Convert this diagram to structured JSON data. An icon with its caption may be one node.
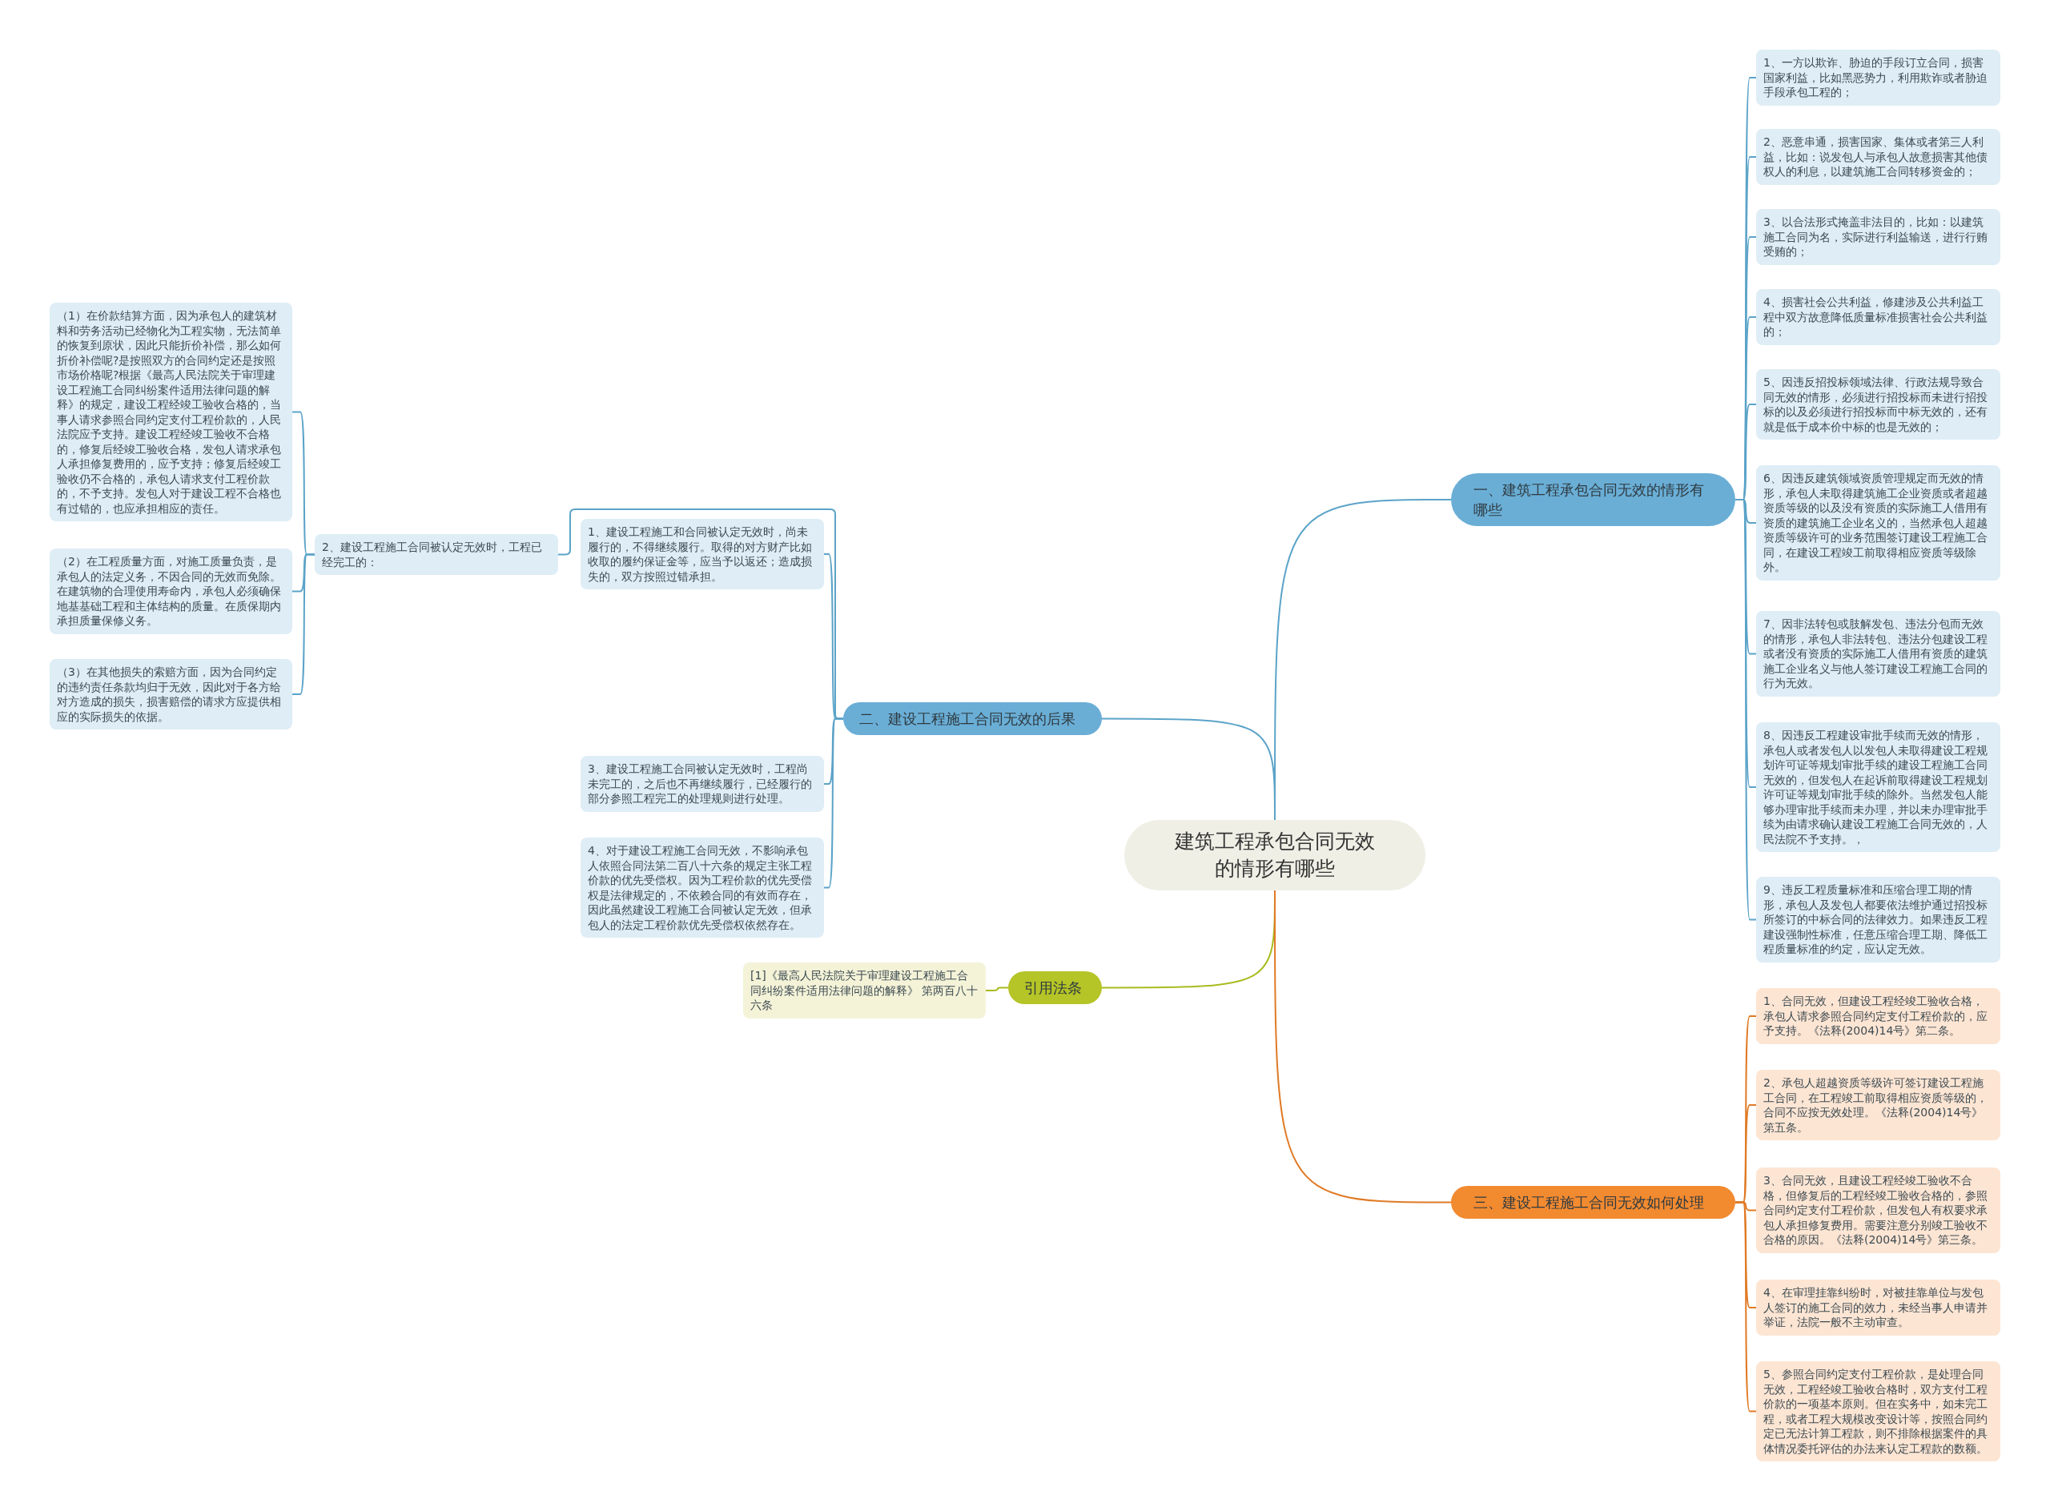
{
  "diagram": {
    "nodes": [
      {
        "text": [
          "建筑工程承包合同无效的情形有哪些"
        ]
      },
      {
        "text": [
          "一、建筑工程承包合同无效的情形有哪些"
        ]
      },
      {
        "text": [
          "1、一方以欺诈、胁迫的手段订立合同，损害国家利益，比如黑恶势力，利用欺诈或者胁迫手段承包工程的；"
        ]
      },
      {
        "text": [
          "2、恶意串通，损害国家、集体或者第三人利益，比如：说发包人与承包人故意损害其他债权人的利息，以建筑施工合同转移资金的；"
        ]
      },
      {
        "text": [
          "3、以合法形式掩盖非法目的，比如：以建筑施工合同为名，实际进行利益输送，进行行贿受贿的；"
        ]
      },
      {
        "text": [
          "4、损害社会公共利益，修建涉及公共利益工程中双方故意降低质量标准损害社会公共利益的；"
        ]
      },
      {
        "text": [
          "5、因违反招投标领域法律、行政法规导致合同无效的情形，必须进行招投标而未进行招投标的以及必须进行招投标而中标无效的，还有就是低于成本价中标的也是无效的；"
        ]
      },
      {
        "text": [
          "6、因违反建筑领域资质管理规定而无效的情形，承包人未取得建筑施工企业资质或者超越资质等级的以及没有资质的实际施工人借用有资质的建筑施工企业名义的，当然承包人超越资质等级许可的业务范围签订建设工程施工合同，在建设工程竣工前取得相应资质等级除外。"
        ]
      },
      {
        "text": [
          "7、因非法转包或肢解发包、违法分包而无效的情形，承包人非法转包、违法分包建设工程或者没有资质的实际施工人借用有资质的建筑施工企业名义与他人签订建设工程施工合同的行为无效。"
        ]
      },
      {
        "text": [
          "8、因违反工程建设审批手续而无效的情形，承包人或者发包人以发包人未取得建设工程规划许可证等规划审批手续的建设工程施工合同无效的，但发包人在起诉前取得建设工程规划许可证等规划审批手续的除外。当然发包人能够办理审批手续而未办理，并以未办理审批手续为由请求确认建设工程施工合同无效的，人民法院不予支持。，"
        ]
      },
      {
        "text": [
          "9、违反工程质量标准和压缩合理工期的情形，承包人及发包人都要依法维护通过招投标所签订的中标合同的法律效力。如果违反工程建设强制性标准，任意压缩合理工期、降低工程质量标准的约定，应认定无效。"
        ]
      },
      {
        "text": [
          "二、建设工程施工合同无效的后果"
        ]
      },
      {
        "text": [
          "1、建设工程施工和合同被认定无效时，尚未履行的，不得继续履行。取得的对方财产比如收取的履约保证金等，应当予以返还；造成损失的，双方按照过错承担。"
        ]
      },
      {
        "text": [
          "2、建设工程施工合同被认定无效时，工程已经完工的："
        ]
      },
      {
        "text": [
          "（1）在价款结算方面，因为承包人的建筑材料和劳务活动已经物化为工程实物，无法简单的恢复到原状，因此只能折价补偿，那么如何折价补偿呢?是按照双方的合同约定还是按照市场价格呢?根据《最高人民法院关于审理建设工程施工合同纠纷案件适用法律问题的解释》的规定，建设工程经竣工验收合格的，当事人请求参照合同约定支付工程价款的，人民法院应予支持。建设工程经竣工验收不合格的，修复后经竣工验收合格，发包人请求承包人承担修复费用的，应予支持；修复后经竣工验收仍不合格的，承包人请求支付工程价款的，不予支持。发包人对于建设工程不合格也有过错的，也应承担相应的责任。"
        ]
      },
      {
        "text": [
          "（2）在工程质量方面，对施工质量负责，是承包人的法定义务，不因合同的无效而免除。在建筑物的合理使用寿命内，承包人必须确保地基基础工程和主体结构的质量。在质保期内承担质量保修义务。"
        ]
      },
      {
        "text": [
          "（3）在其他损失的索赔方面，因为合同约定的违约责任条款均归于无效，因此对于各方给对方造成的损失，损害赔偿的请求方应提供相应的实际损失的依据。"
        ]
      },
      {
        "text": [
          "3、建设工程施工合同被认定无效时，工程尚未完工的，之后也不再继续履行，已经履行的部分参照工程完工的处理规则进行处理。"
        ]
      },
      {
        "text": [
          "4、对于建设工程施工合同无效，不影响承包人依照合同法第二百八十六条的规定主张工程价款的优先受偿权。因为工程价款的优先受偿权是法律规定的，不依赖合同的有效而存在，因此虽然建设工程施工合同被认定无效，但承包人的法定工程价款优先受偿权依然存在。"
        ]
      },
      {
        "text": [
          "引用法条"
        ]
      },
      {
        "text": [
          "[1]《最高人民法院关于审理建设工程施工合同纠纷案件适用法律问题的解释》 第两百八十六条"
        ]
      },
      {
        "text": [
          "三、建设工程施工合同无效如何处理"
        ]
      },
      {
        "text": [
          "1、合同无效，但建设工程经竣工验收合格，承包人请求参照合同约定支付工程价款的，应予支持。《法释(2004)14号》第二条。"
        ]
      },
      {
        "text": [
          "2、承包人超越资质等级许可签订建设工程施工合同，在工程竣工前取得相应资质等级的，合同不应按无效处理。《法释(2004)14号》第五条。"
        ]
      },
      {
        "text": [
          "3、合同无效，且建设工程经竣工验收不合格，但修复后的工程经竣工验收合格的，参照合同约定支付工程价款，但发包人有权要求承包人承担修复费用。需要注意分别竣工验收不合格的原因。《法释(2004)14号》第三条。"
        ]
      },
      {
        "text": [
          "4、在审理挂靠纠纷时，对被挂靠单位与发包人签订的施工合同的效力，未经当事人申请并举证，法院一般不主动审查。"
        ]
      },
      {
        "text": [
          "5、参照合同约定支付工程价款，是处理合同无效，工程经竣工验收合格时，双方支付工程价款的一项基本原则。但在实务中，如未完工程，或者工程大规模改变设计等，按照合同约定已无法计算工程款，则不排除根据案件的具体情况委托评估的办法来认定工程款的数额。"
        ]
      }
    ],
    "edges": [
      {
        "from": 0,
        "to": 1,
        "arrow": "none"
      },
      {
        "from": 1,
        "to": 2,
        "arrow": "none"
      },
      {
        "from": 1,
        "to": 3,
        "arrow": "none"
      },
      {
        "from": 1,
        "to": 4,
        "arrow": "none"
      },
      {
        "from": 1,
        "to": 5,
        "arrow": "none"
      },
      {
        "from": 1,
        "to": 6,
        "arrow": "none"
      },
      {
        "from": 1,
        "to": 7,
        "arrow": "none"
      },
      {
        "from": 1,
        "to": 8,
        "arrow": "none"
      },
      {
        "from": 1,
        "to": 9,
        "arrow": "none"
      },
      {
        "from": 1,
        "to": 10,
        "arrow": "none"
      },
      {
        "from": 0,
        "to": 11,
        "arrow": "none"
      },
      {
        "from": 11,
        "to": 12,
        "arrow": "none"
      },
      {
        "from": 11,
        "to": 13,
        "arrow": "none"
      },
      {
        "from": 13,
        "to": 14,
        "arrow": "none"
      },
      {
        "from": 13,
        "to": 15,
        "arrow": "none"
      },
      {
        "from": 13,
        "to": 16,
        "arrow": "none"
      },
      {
        "from": 11,
        "to": 17,
        "arrow": "none"
      },
      {
        "from": 11,
        "to": 18,
        "arrow": "none"
      },
      {
        "from": 0,
        "to": 19,
        "arrow": "none",
        "color": "#a9bb1f"
      },
      {
        "from": 19,
        "to": 20,
        "arrow": "none",
        "color": "#a9bb1f"
      },
      {
        "from": 0,
        "to": 21,
        "arrow": "none",
        "color": "#e07a25"
      },
      {
        "from": 21,
        "to": 22,
        "arrow": "none",
        "color": "#e07a25"
      },
      {
        "from": 21,
        "to": 23,
        "arrow": "none",
        "color": "#e07a25"
      },
      {
        "from": 21,
        "to": 24,
        "arrow": "none",
        "color": "#e07a25"
      },
      {
        "from": 21,
        "to": 25,
        "arrow": "none",
        "color": "#e07a25"
      },
      {
        "from": 21,
        "to": 26,
        "arrow": "none",
        "color": "#e07a25"
      }
    ]
  }
}
